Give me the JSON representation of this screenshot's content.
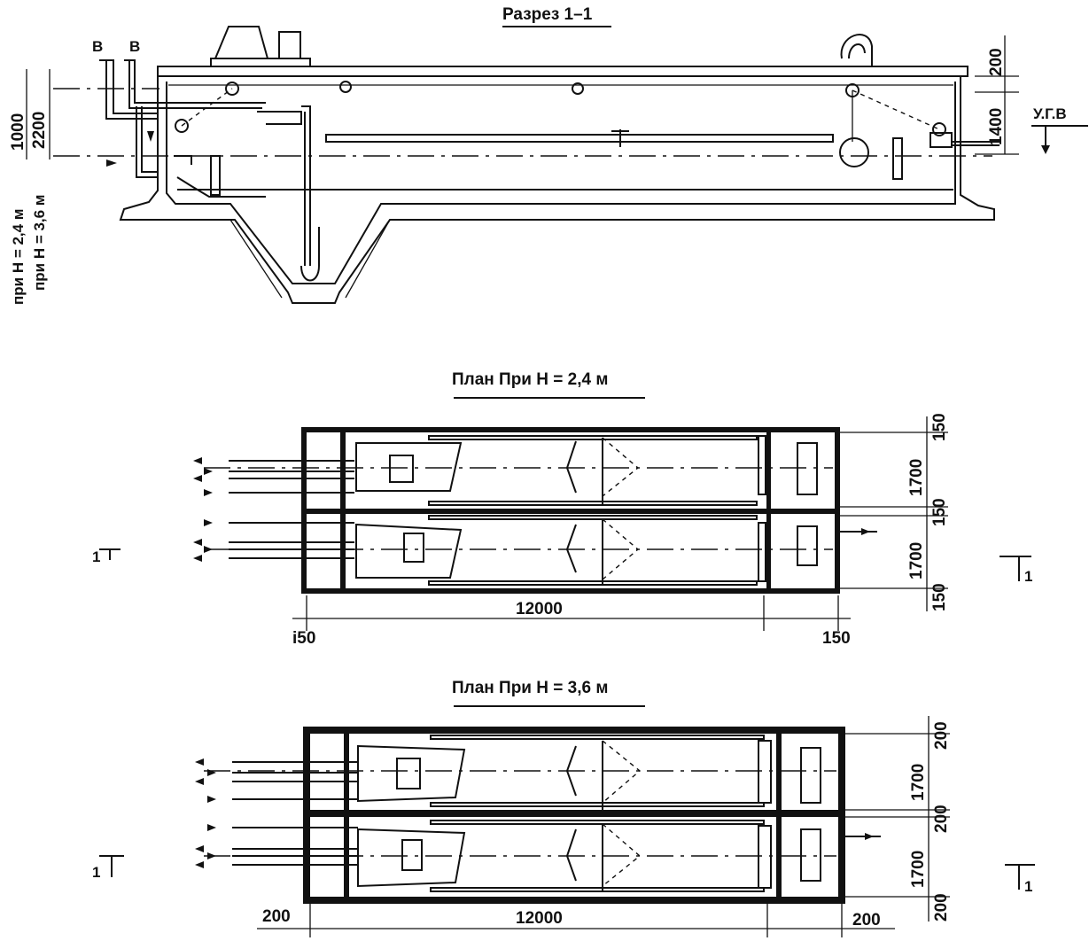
{
  "section": {
    "title": "Разрез 1–1",
    "inlet_labels": [
      "В",
      "В"
    ],
    "height_label_1": "при  Н = 2,4 м",
    "height_label_2": "при Н = 3,6 м",
    "dim_1000": "1000",
    "dim_2200": "2200",
    "dim_200": "200",
    "dim_1400": "1400",
    "water_level_label": "У.Г.В"
  },
  "plan1": {
    "title": "План При Н = 2,4 м",
    "dim_length": "12000",
    "dim_left": "i50",
    "dim_right": "150",
    "dims_right": [
      "150",
      "1700",
      "150",
      "1700",
      "150"
    ],
    "cut_label_left": "1",
    "cut_label_right": "1"
  },
  "plan2": {
    "title": "План При Н = 3,6 м",
    "dim_length": "12000",
    "dim_left": "200",
    "dim_right": "200",
    "dims_right": [
      "200",
      "1700",
      "200",
      "1700",
      "200"
    ],
    "cut_label_left": "1",
    "cut_label_right": "1"
  }
}
